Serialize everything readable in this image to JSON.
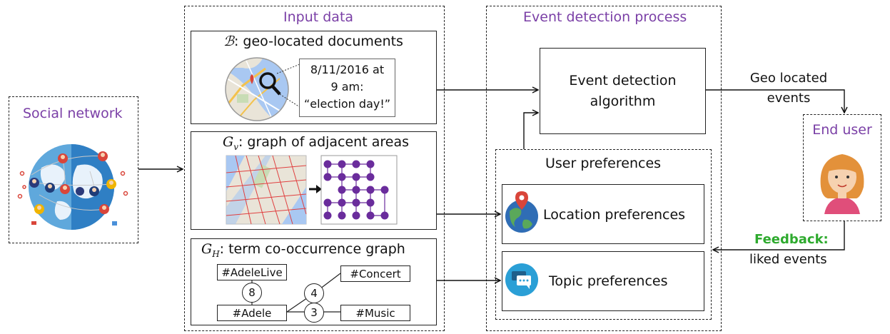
{
  "social": {
    "title": "Social network"
  },
  "input": {
    "title": "Input data",
    "docs": {
      "symbol": "ℬ",
      "title": ": geo-located documents",
      "callout_lines": [
        "8/11/2016 at",
        "9 am:",
        "“election day!”"
      ]
    },
    "graph": {
      "symbol": "G",
      "subscript": "v",
      "title": ": graph of adjacent areas"
    },
    "cooc": {
      "symbol": "G",
      "subscript": "H",
      "title": ": term co-occurrence graph",
      "terms": [
        "#AdeleLive",
        "#Concert",
        "#Adele",
        "#Music"
      ],
      "weights": [
        "8",
        "4",
        "3"
      ]
    }
  },
  "process": {
    "title": "Event detection process",
    "algo_lines": [
      "Event detection",
      "algorithm"
    ],
    "prefs_title": "User preferences",
    "location": "Location preferences",
    "topic": "Topic preferences"
  },
  "output": {
    "geo_lines": [
      "Geo located",
      "events"
    ],
    "end_user": "End user",
    "feedback_label": "Feedback:",
    "feedback_text": "liked events"
  },
  "colors": {
    "accent_purple": "#7a3fa6",
    "feedback_green": "#2eaa2e",
    "map_water": "#a9c8f2",
    "graph_node": "#6a2c9c"
  }
}
